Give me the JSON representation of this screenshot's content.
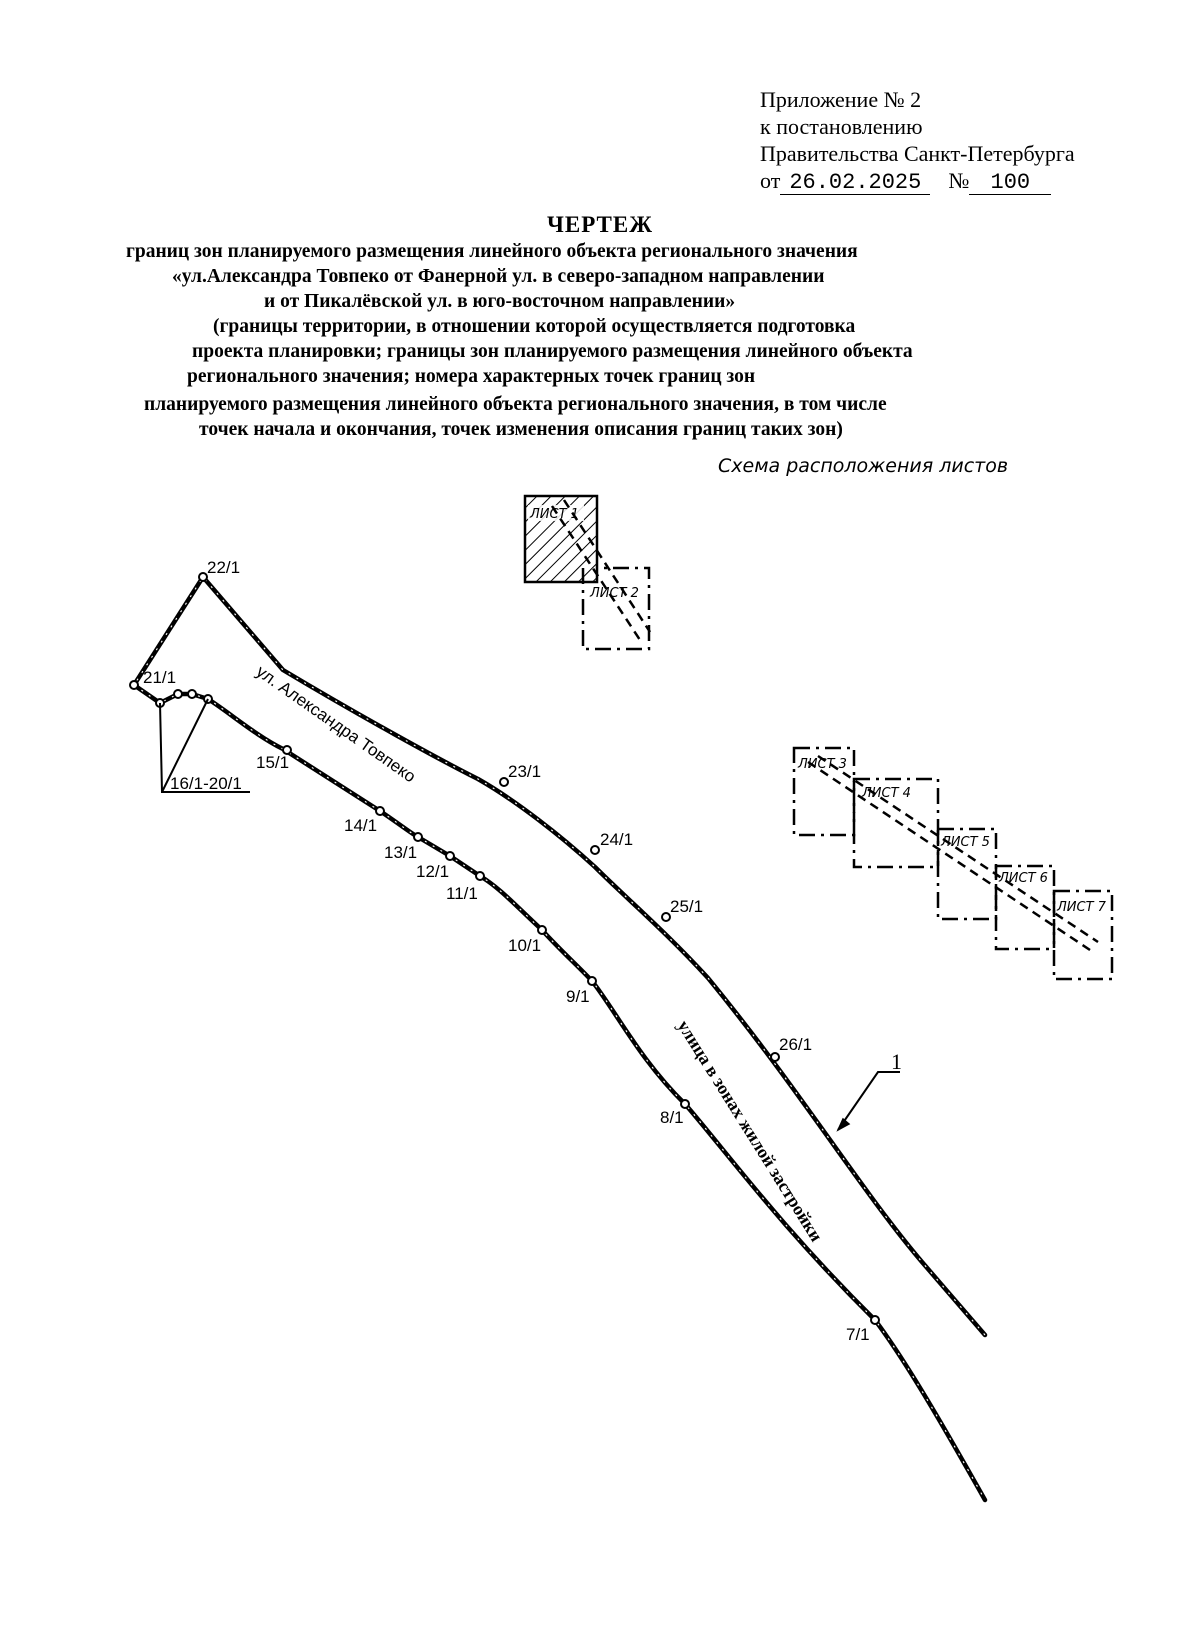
{
  "appendix": {
    "line1": "Приложение № 2",
    "line2": "к постановлению",
    "line3": "Правительства Санкт-Петербурга",
    "date_prefix": "от",
    "date": "26.02.2025",
    "number_prefix": "№",
    "number": "100"
  },
  "heading": {
    "title": "ЧЕРТЕЖ",
    "lines": [
      "границ зон планируемого размещения линейного объекта регионального значения",
      "«ул.Александра Товпеко от Фанерной ул. в северо-западном направлении",
      "и от Пикалёвской ул. в юго-восточном направлении»",
      "(границы территории, в отношении которой осуществляется подготовка",
      "проекта планировки; границы зон планируемого размещения линейного объекта",
      "регионального значения; номера характерных точек границ зон",
      "планируемого размещения линейного объекта регионального значения, в том числе",
      "точек начала и окончания, точек изменения описания границ таких зон)"
    ]
  },
  "scheme_caption": "Схема расположения листов",
  "sheets": [
    "ЛИСТ 1",
    "ЛИСТ 2",
    "ЛИСТ 3",
    "ЛИСТ 4",
    "ЛИСТ 5",
    "ЛИСТ 6",
    "ЛИСТ 7"
  ],
  "drawing": {
    "street_name": "ул. Александра Товпеко",
    "zone_label": "улица в зонах жилой застройки",
    "callout": "1",
    "points": {
      "p22": "22/1",
      "p21": "21/1",
      "p16_20": "16/1-20/1",
      "p15": "15/1",
      "p14": "14/1",
      "p13": "13/1",
      "p12": "12/1",
      "p11": "11/1",
      "p10": "10/1",
      "p9": "9/1",
      "p8": "8/1",
      "p7": "7/1",
      "p23": "23/1",
      "p24": "24/1",
      "p25": "25/1",
      "p26": "26/1"
    }
  }
}
